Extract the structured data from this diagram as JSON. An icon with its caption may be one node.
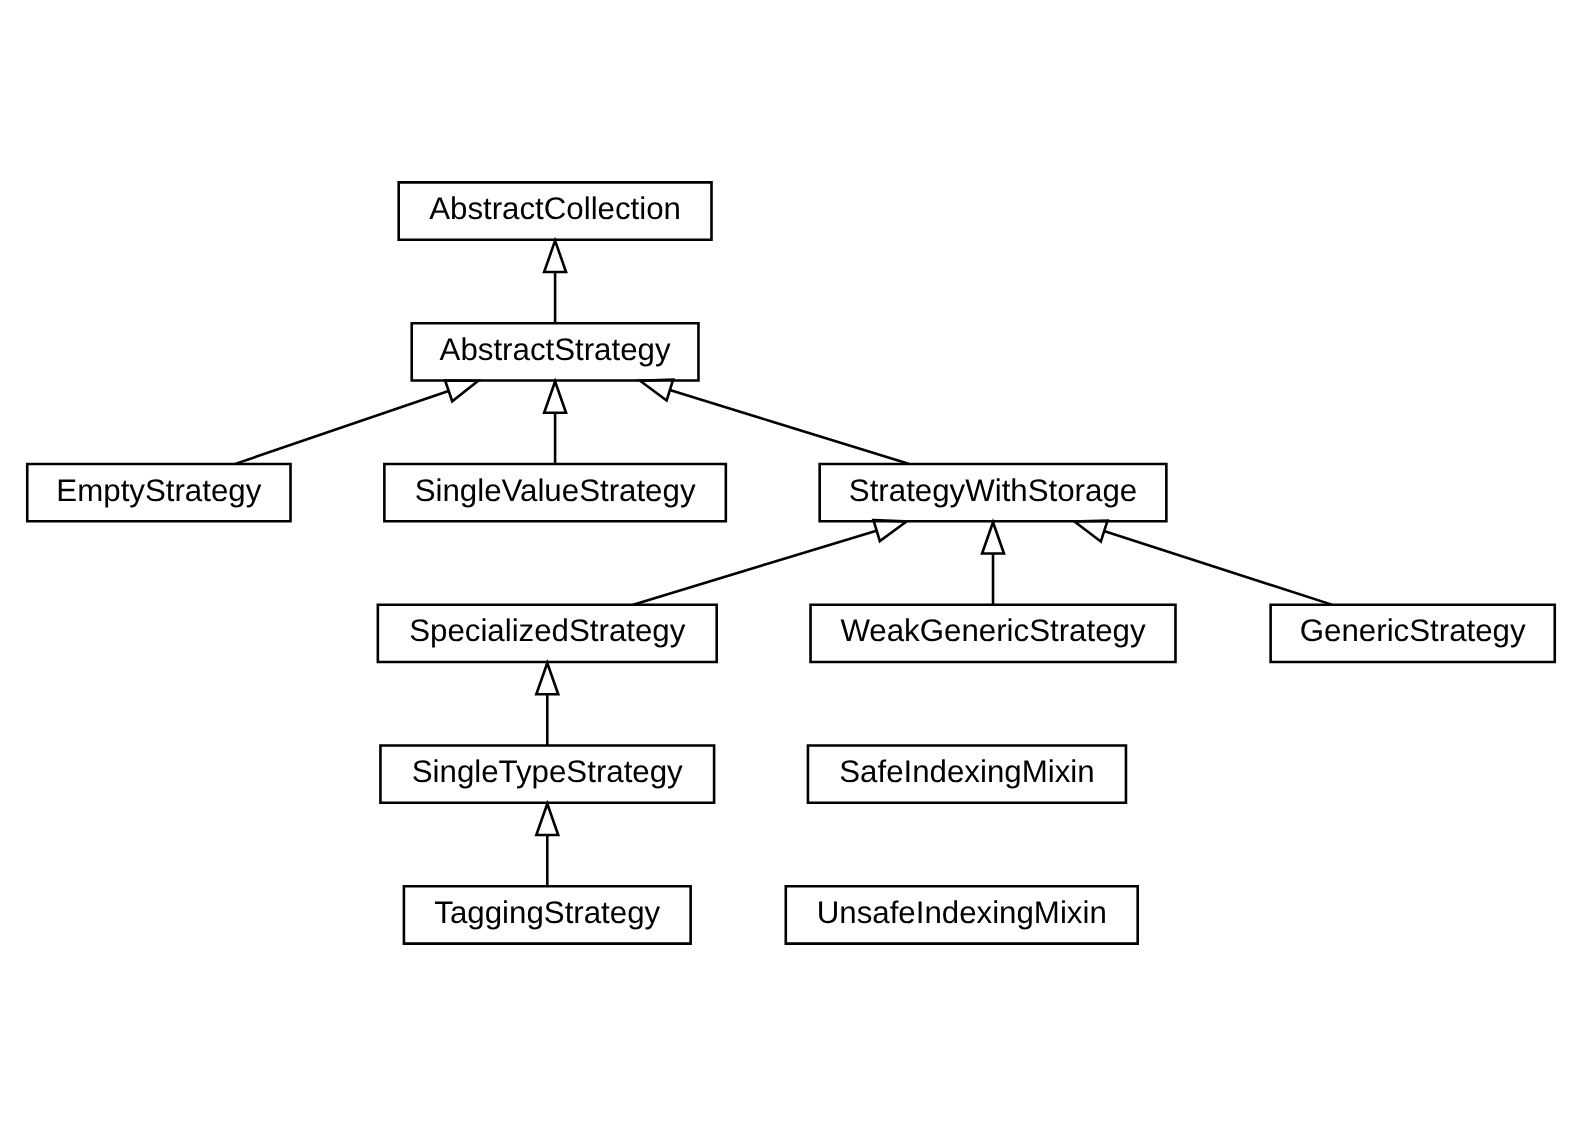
{
  "diagram": {
    "nodes": [
      {
        "text": [
          "AbstractCollection"
        ]
      },
      {
        "text": [
          "AbstractStrategy"
        ]
      },
      {
        "text": [
          "EmptyStrategy"
        ]
      },
      {
        "text": [
          "SingleValueStrategy"
        ]
      },
      {
        "text": [
          "StrategyWithStorage"
        ]
      },
      {
        "text": [
          "SpecializedStrategy"
        ]
      },
      {
        "text": [
          "WeakGenericStrategy"
        ]
      },
      {
        "text": [
          "GenericStrategy"
        ]
      },
      {
        "text": [
          "SingleTypeStrategy"
        ]
      },
      {
        "text": [
          "SafeIndexingMixin"
        ]
      },
      {
        "text": [
          "TaggingStrategy"
        ]
      },
      {
        "text": [
          "UnsafeIndexingMixin"
        ]
      }
    ],
    "edges": [
      {
        "from": 1,
        "to": 0,
        "arrow": "to"
      },
      {
        "from": 2,
        "to": 1,
        "arrow": "to"
      },
      {
        "from": 3,
        "to": 1,
        "arrow": "to"
      },
      {
        "from": 4,
        "to": 1,
        "arrow": "to"
      },
      {
        "from": 5,
        "to": 4,
        "arrow": "to"
      },
      {
        "from": 6,
        "to": 4,
        "arrow": "to"
      },
      {
        "from": 7,
        "to": 4,
        "arrow": "to"
      },
      {
        "from": 8,
        "to": 5,
        "arrow": "to"
      },
      {
        "from": 10,
        "to": 8,
        "arrow": "to"
      }
    ]
  }
}
